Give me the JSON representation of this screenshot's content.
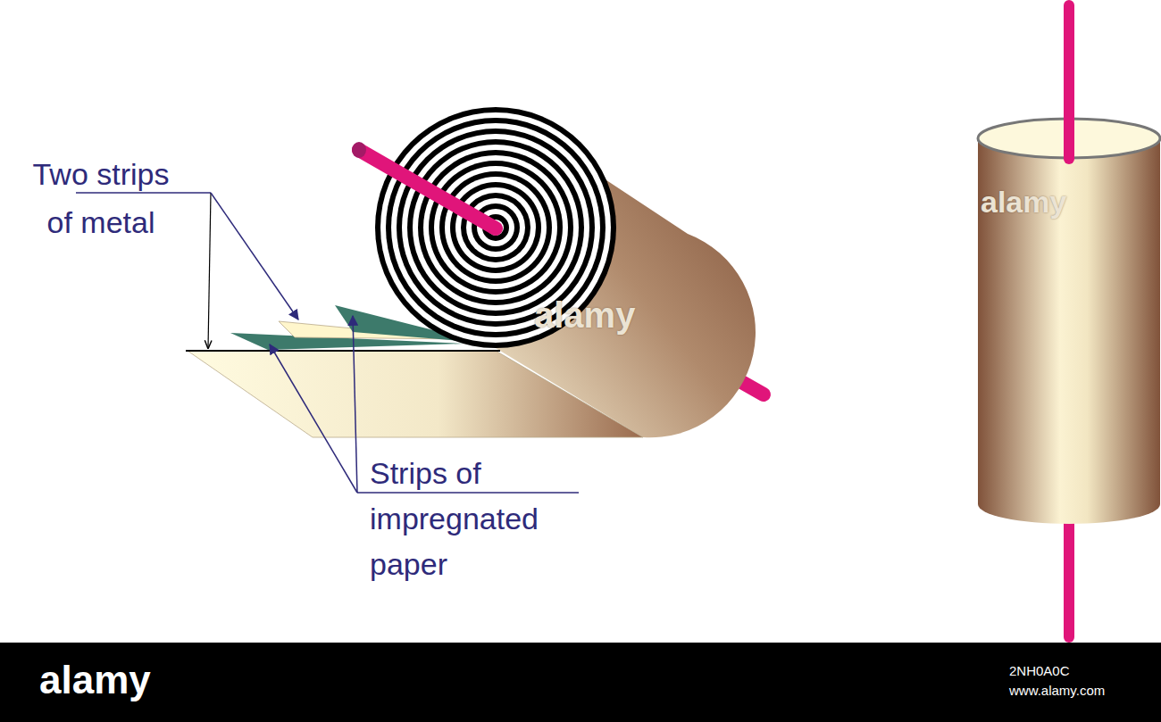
{
  "diagram": {
    "labels": [
      "Two strips of metal",
      "Strips of impregnated paper",
      "alamy",
      "alamy",
      "alamy",
      "2NH0A0C",
      "www.alamy.com"
    ]
  }
}
